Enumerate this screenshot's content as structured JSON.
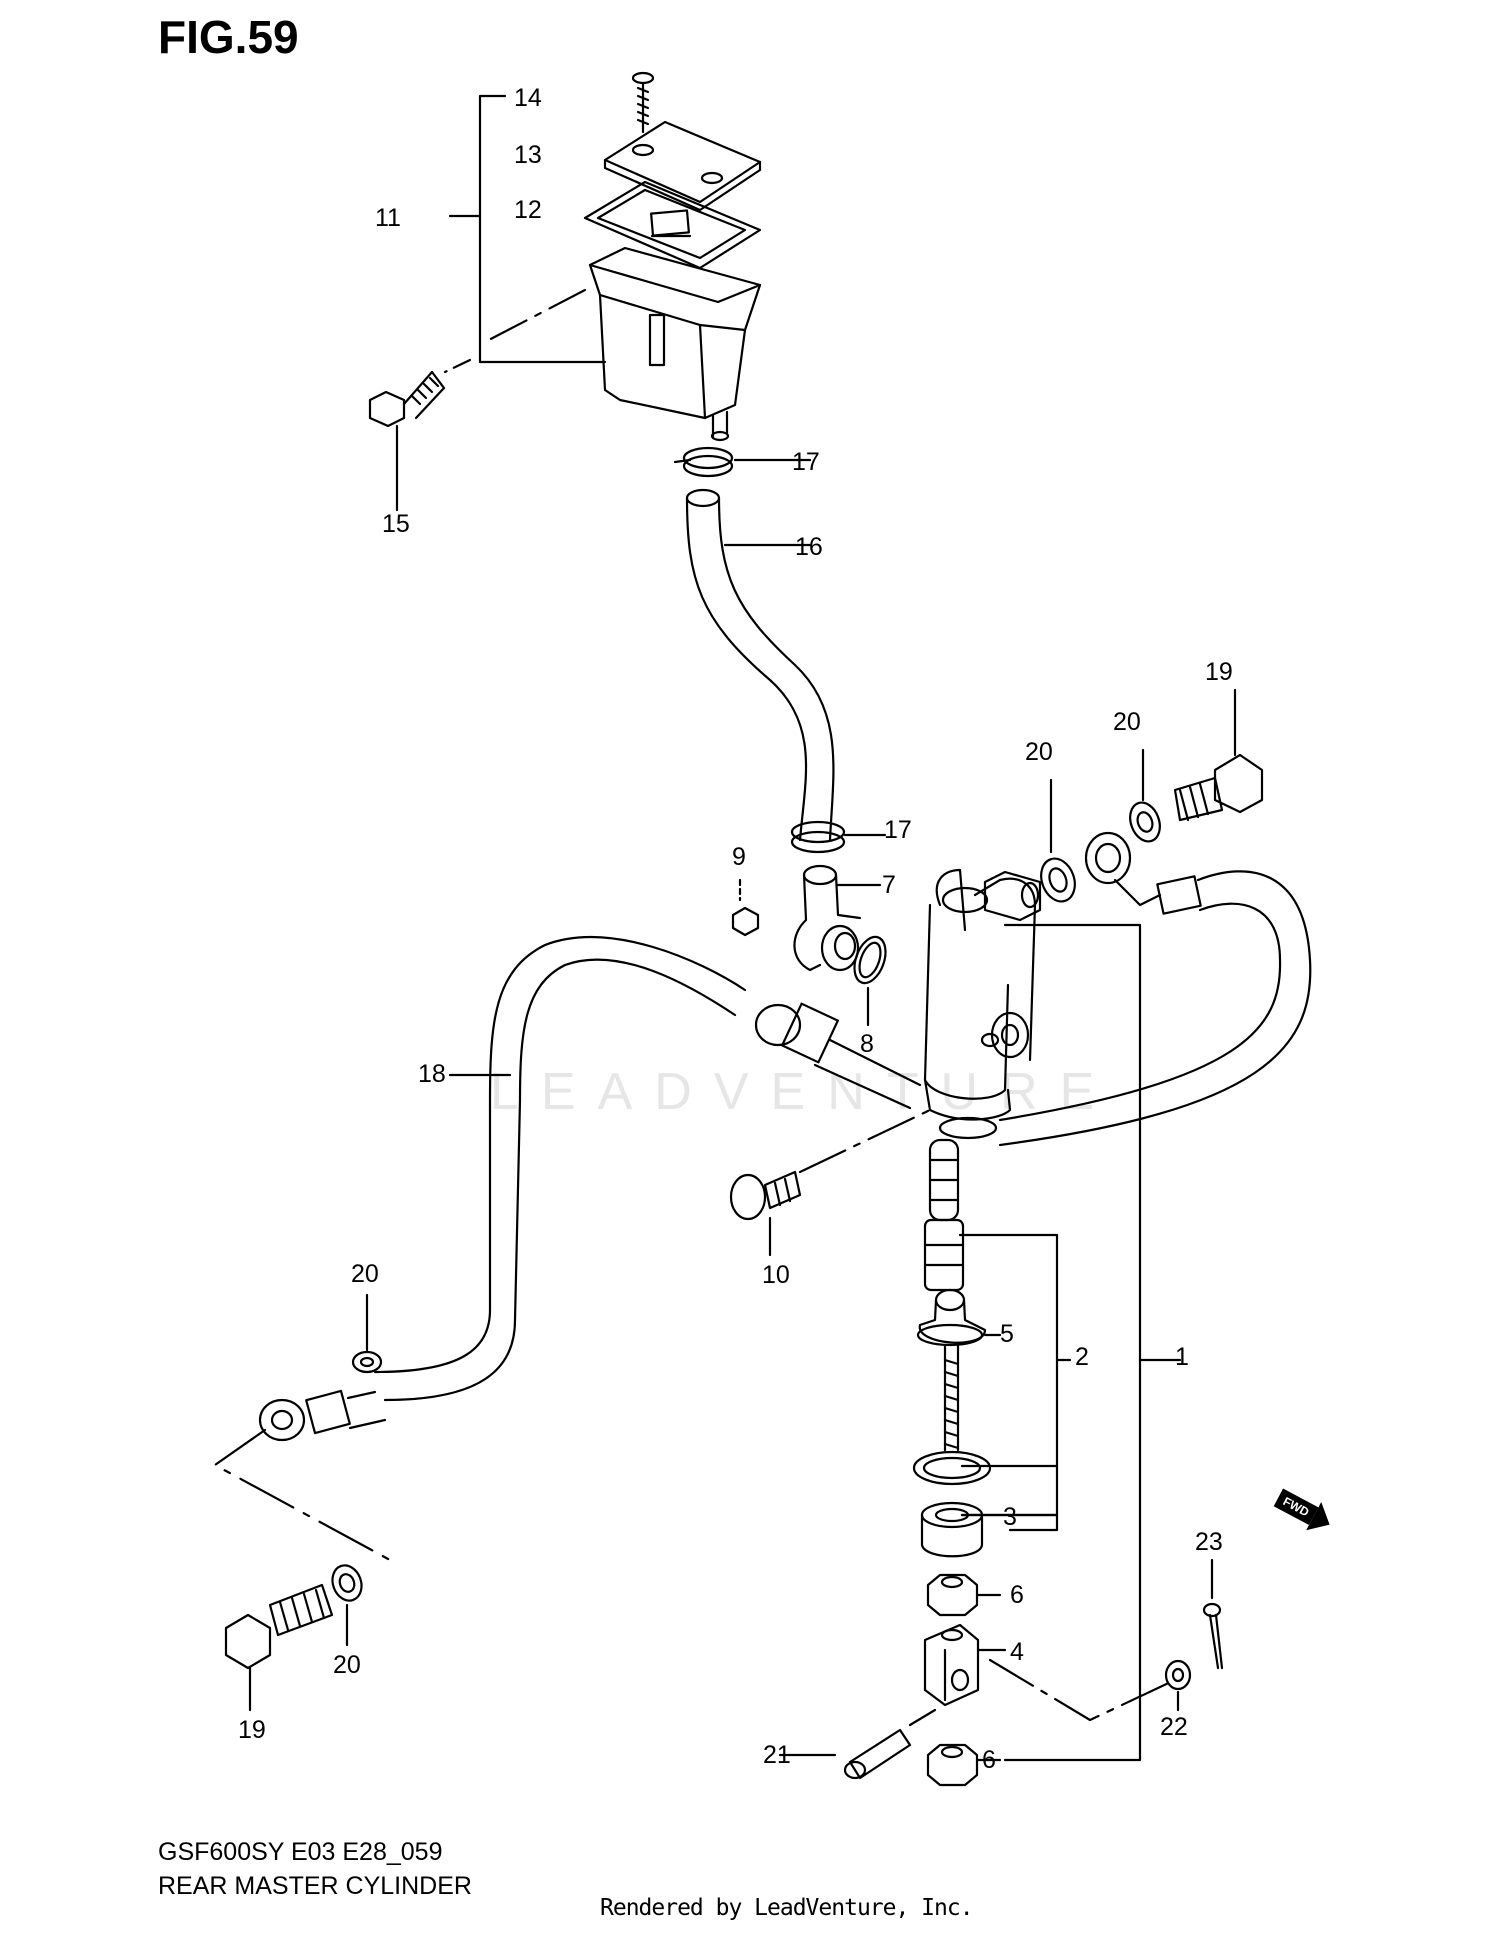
{
  "figure": {
    "title": "FIG.59",
    "model_code": "GSF600SY E03 E28_059",
    "section_name": "REAR MASTER CYLINDER",
    "rendered_by": "Rendered by LeadVenture, Inc.",
    "watermark": "LEADVENTURE",
    "direction_badge": "FWD"
  },
  "callouts": {
    "c1": "1",
    "c2": "2",
    "c3": "3",
    "c4": "4",
    "c5": "5",
    "c6a": "6",
    "c6b": "6",
    "c7": "7",
    "c8": "8",
    "c9": "9",
    "c10": "10",
    "c11": "11",
    "c12": "12",
    "c13": "13",
    "c14": "14",
    "c15": "15",
    "c16": "16",
    "c17a": "17",
    "c17b": "17",
    "c18": "18",
    "c19a": "19",
    "c19b": "19",
    "c20a": "20",
    "c20b": "20",
    "c20c": "20",
    "c20d": "20",
    "c21": "21",
    "c22": "22",
    "c23": "23"
  }
}
